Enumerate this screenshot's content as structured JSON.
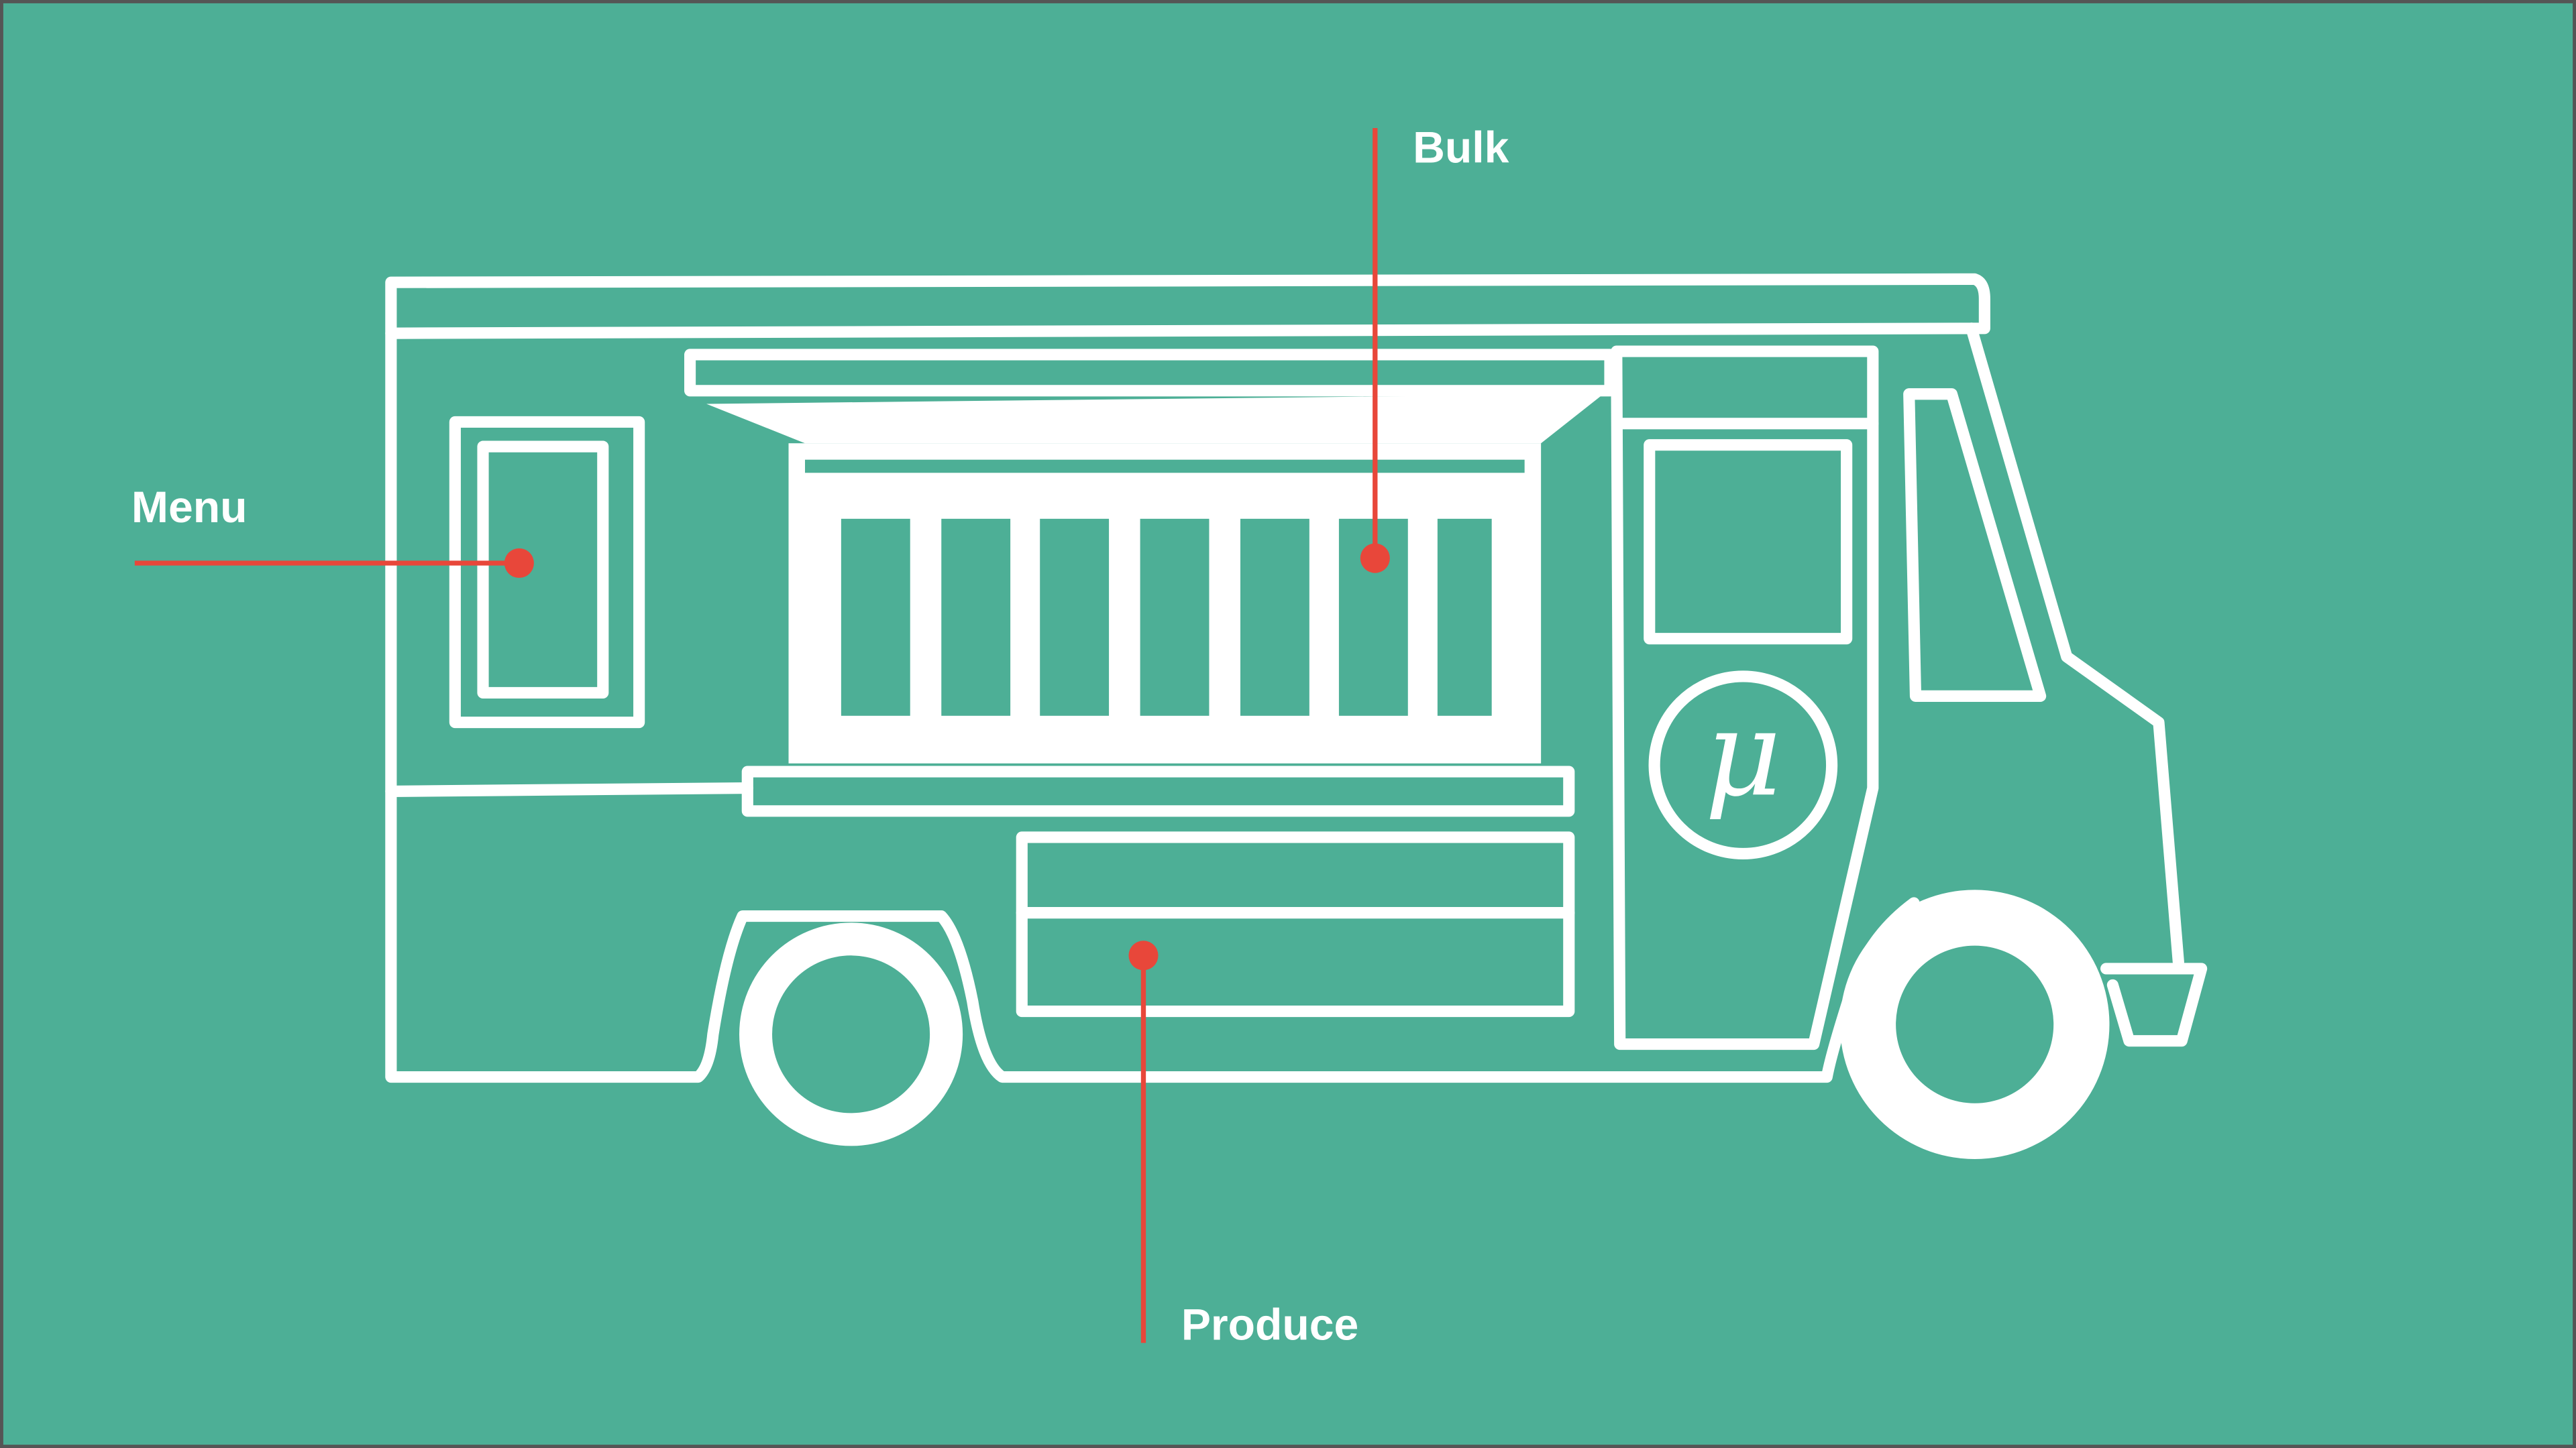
{
  "colors": {
    "background": "#4daf96",
    "line": "#ffffff",
    "callout": "#e8473a",
    "border": "#555555"
  },
  "callouts": {
    "menu": "Menu",
    "bulk": "Bulk",
    "produce": "Produce"
  },
  "logo": {
    "monogram": "μ",
    "icon": "mu-monogram-icon"
  }
}
